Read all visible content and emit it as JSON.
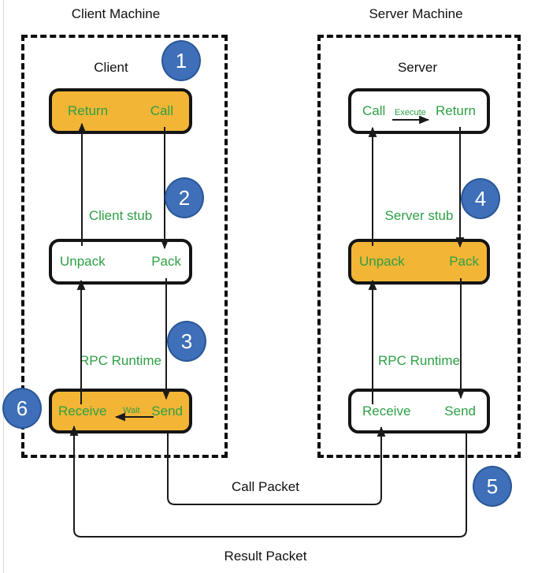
{
  "client": {
    "machine_title": "Client Machine",
    "layer_label": "Client",
    "app": {
      "left": "Return",
      "right": "Call"
    },
    "stub_title": "Client stub",
    "stub": {
      "left": "Unpack",
      "right": "Pack"
    },
    "runtime_title": "RPC Runtime",
    "runtime": {
      "left": "Receive",
      "middle": "Wait",
      "right": "Send"
    }
  },
  "server": {
    "machine_title": "Server Machine",
    "layer_label": "Server",
    "app": {
      "left": "Call",
      "middle": "Execute",
      "right": "Return"
    },
    "stub_title": "Server stub",
    "stub": {
      "left": "Unpack",
      "right": "Pack"
    },
    "runtime_title": "RPC Runtime",
    "runtime": {
      "left": "Receive",
      "right": "Send"
    }
  },
  "packets": {
    "call": "Call Packet",
    "result": "Result Packet"
  },
  "steps": [
    "1",
    "2",
    "3",
    "4",
    "5",
    "6"
  ],
  "colors": {
    "node_orange": "#F2B535",
    "label_green": "#2DA045",
    "badge_blue": "#3E6FB8",
    "badge_border_blue": "#2B5797",
    "line_black": "#1A1A1A"
  }
}
